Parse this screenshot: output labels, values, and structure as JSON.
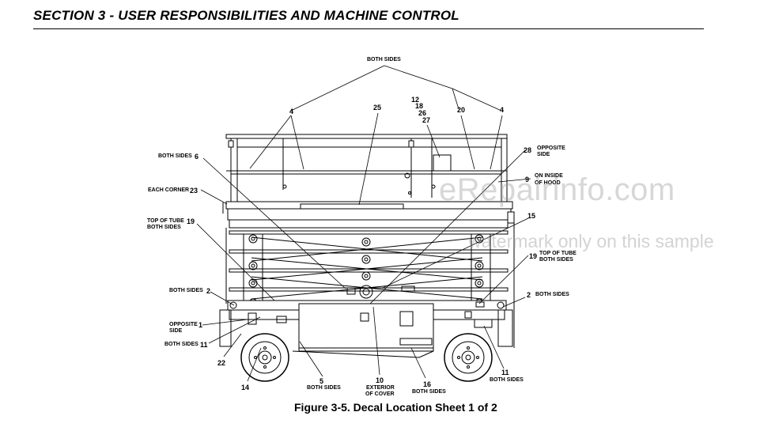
{
  "header": {
    "section_title": "SECTION 3 - USER RESPONSIBILITIES AND MACHINE CONTROL"
  },
  "figure": {
    "caption": "Figure 3-5. Decal Location Sheet 1 of 2"
  },
  "watermark": {
    "line1": "eRepairinfo.com",
    "line2": "watermark only on this sample"
  },
  "callouts": {
    "both_sides_top": "BOTH SIDES",
    "n4_left": "4",
    "n25": "25",
    "n12": "12",
    "n18": "18",
    "n26": "26",
    "n27": "27",
    "n20": "20",
    "n4_right": "4",
    "both_sides_6_text": "BOTH SIDES",
    "n6": "6",
    "each_corner_text": "EACH CORNER",
    "n23": "23",
    "top_of_tube_left_1": "TOP OF TUBE",
    "n19_left": "19",
    "top_of_tube_left_2": "BOTH SIDES",
    "n28": "28",
    "opposite_side_r1": "OPPOSITE",
    "opposite_side_r2": "SIDE",
    "n9": "9",
    "on_inside_1": "ON INSIDE",
    "on_inside_2": "OF HOOD",
    "n15": "15",
    "n19_right": "19",
    "top_of_tube_right_1": "TOP OF TUBE",
    "top_of_tube_right_2": "BOTH SIDES",
    "both_sides_2_left_text": "BOTH SIDES",
    "n2_left": "2",
    "n2_right": "2",
    "both_sides_2_right_text": "BOTH SIDES",
    "opposite_left_1": "OPPOSITE",
    "opposite_left_2": "SIDE",
    "n1": "1",
    "both_sides_11_text": "BOTH SIDES",
    "n11_left": "11",
    "n22": "22",
    "n14": "14",
    "n5": "5",
    "n5_text": "BOTH SIDES",
    "n10": "10",
    "n10_text1": "EXTERIOR",
    "n10_text2": "OF COVER",
    "n16": "16",
    "n16_text": "BOTH SIDES",
    "n11_right": "11",
    "n11_right_text": "BOTH SIDES"
  },
  "colors": {
    "line": "#000000",
    "watermark": "#969696",
    "background": "#ffffff"
  }
}
